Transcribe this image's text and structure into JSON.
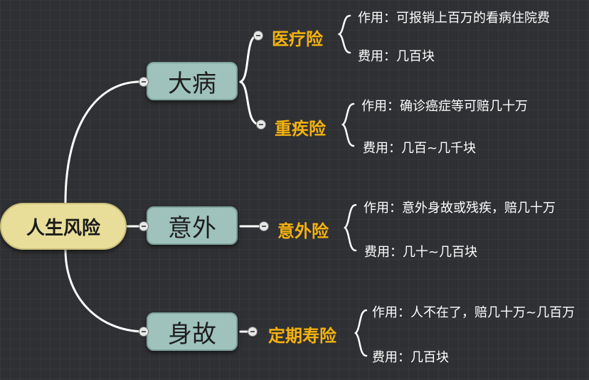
{
  "root": {
    "label": "人生风险"
  },
  "categories": [
    {
      "label": "大病"
    },
    {
      "label": "意外"
    },
    {
      "label": "身故"
    }
  ],
  "products": [
    {
      "name": "医疗险",
      "effect": "作用：可报销上百万的看病住院费",
      "cost": "费用：几百块"
    },
    {
      "name": "重疾险",
      "effect": "作用：确诊癌症等可赔几十万",
      "cost": "费用：几百~几千块"
    },
    {
      "name": "意外险",
      "effect": "作用：意外身故或残疾，赔几十万",
      "cost": "费用：几十~几百块"
    },
    {
      "name": "定期寿险",
      "effect": "作用：人不在了，赔几十万~几百万",
      "cost": "费用：几百块"
    }
  ],
  "colors": {
    "background": "#2f3033",
    "root_fill": "#e8de9a",
    "category_fill": "#9fc2bc",
    "product_text": "#f5b20f",
    "line": "#ffffff"
  }
}
